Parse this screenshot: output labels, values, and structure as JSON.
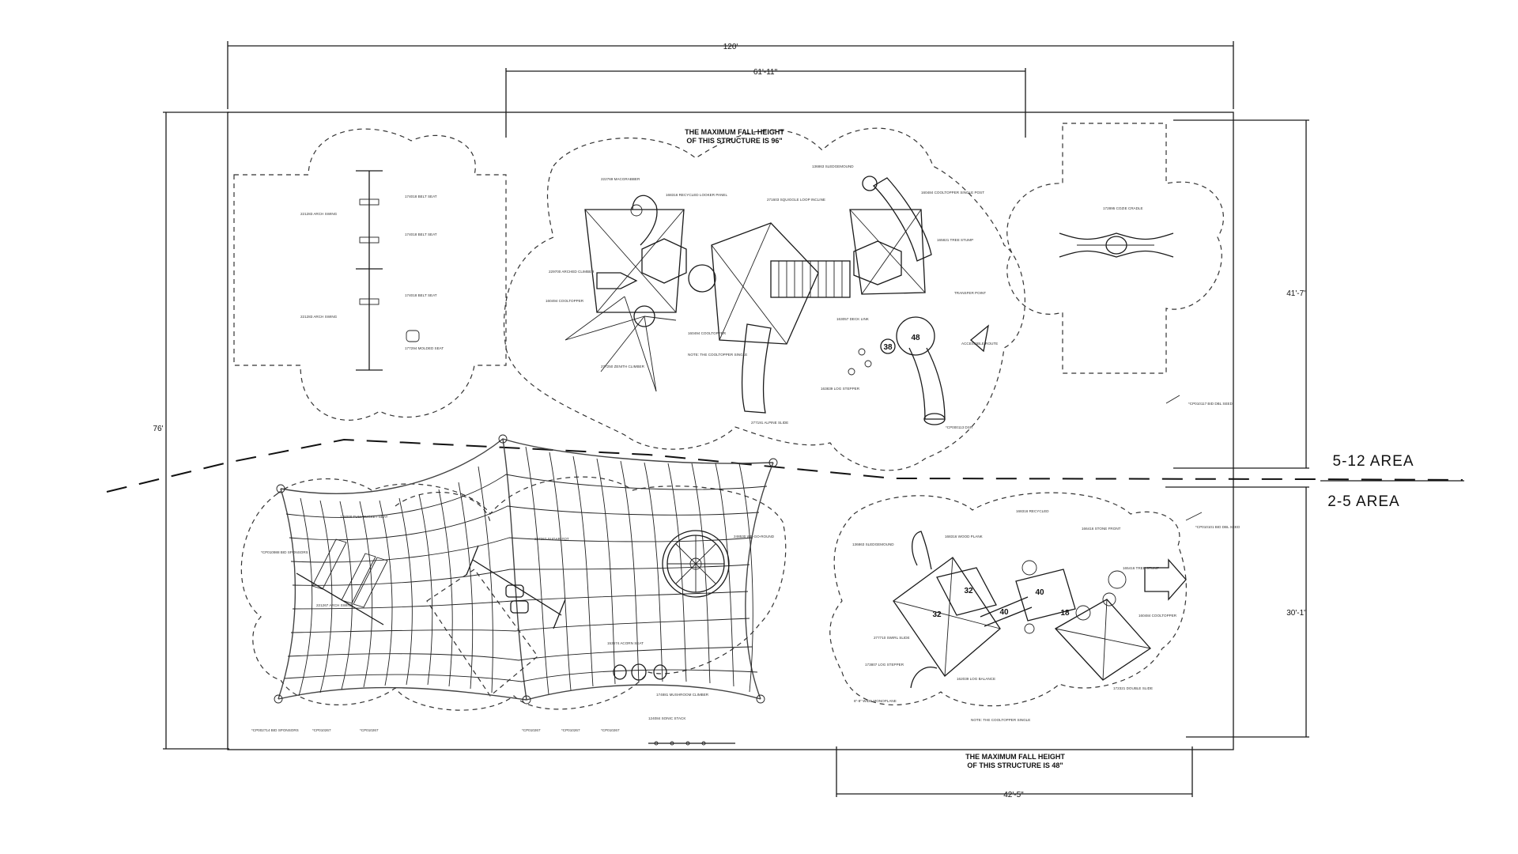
{
  "dimensions": {
    "overall_width": "120'",
    "structure_5_12_width": "61'-11\"",
    "overall_height": "76'",
    "area_5_12_height": "41'-7\"",
    "area_2_5_height": "30'-1\"",
    "structure_2_5_width": "42'-5\""
  },
  "notes": {
    "fall_height_5_12_line1": "THE MAXIMUM FALL HEIGHT",
    "fall_height_5_12_line2": "OF THIS STRUCTURE IS 96\"",
    "fall_height_2_5_line1": "THE MAXIMUM FALL HEIGHT",
    "fall_height_2_5_line2": "OF THIS STRUCTURE IS 48\""
  },
  "areas": {
    "upper": "5-12 AREA",
    "lower": "2-5 AREA"
  },
  "deck_heights": [
    "48",
    "38",
    "32",
    "32",
    "40",
    "40",
    "18"
  ],
  "colors": {
    "line": "#1a1a1a",
    "net": "#444444",
    "background": "#ffffff"
  }
}
